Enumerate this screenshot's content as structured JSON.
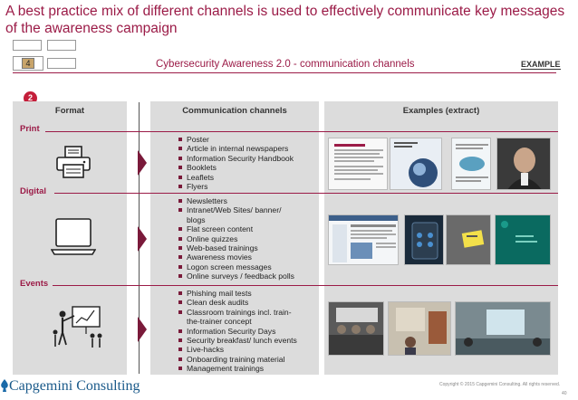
{
  "title": "A best practice mix of different channels is used to effectively communicate key messages of the awareness campaign",
  "nav": {
    "number": "4"
  },
  "subtitle": "Cybersecurity Awareness 2.0 - communication channels",
  "example_tag": "EXAMPLE",
  "badge": "2",
  "headers": {
    "format": "Format",
    "channels": "Communication channels",
    "examples": "Examples (extract)"
  },
  "rows": [
    {
      "label": "Print",
      "icon": "printer-icon",
      "items": [
        "Poster",
        "Article in internal newspapers",
        "Information Security Handbook",
        "Booklets",
        "Leaflets",
        "Flyers"
      ]
    },
    {
      "label": "Digital",
      "icon": "laptop-icon",
      "items": [
        "Newsletters",
        "Intranet/Web Sites/ banner/",
        "blogs",
        "Flat screen content",
        "Online quizzes",
        "Web-based trainings",
        "Awareness movies",
        "Logon screen messages",
        "Online surveys / feedback polls"
      ]
    },
    {
      "label": "Events",
      "icon": "presentation-icon",
      "items": [
        "Phishing mail tests",
        "Clean desk audits",
        "Classroom trainings incl. train-",
        "the-trainer concept",
        "Information Security Days",
        "Security breakfast/ lunch events",
        "Live-hacks",
        "Onboarding training material",
        "Management trainings"
      ]
    }
  ],
  "footer": {
    "logo": "Capgemini Consulting",
    "copyright": "Copyright © 2015 Capgemini Consulting. All rights reserved.",
    "page": "40"
  },
  "colors": {
    "accent": "#9b1b47",
    "bullet": "#7a1a3a",
    "badge": "#c41e3a",
    "column_bg": "#dcdcdc"
  }
}
